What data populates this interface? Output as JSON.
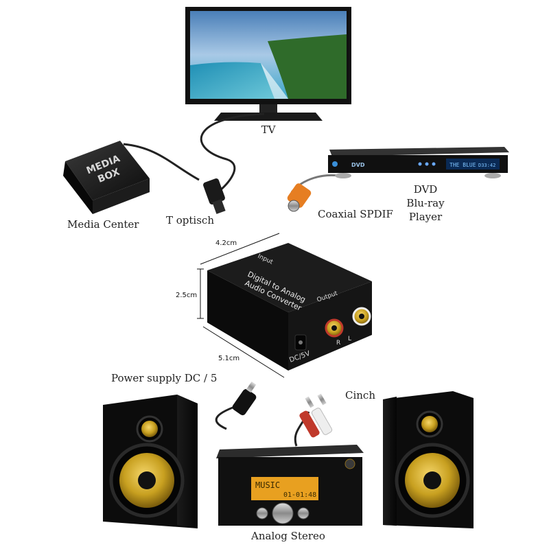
{
  "labels": {
    "tv": "TV",
    "media_center": "Media Center",
    "optical": "T      optisch",
    "coaxial": "Coaxial SPDIF",
    "dvd_line1": "DVD",
    "dvd_line2": "Blu-ray",
    "dvd_line3": "Player",
    "power_supply": "Power supply DC / 5",
    "cinch": "Cinch",
    "analog_stereo": "Analog Stereo"
  },
  "device_text": {
    "media_box_line1": "MEDIA",
    "media_box_line2": "BOX",
    "dvd_brand": "DVD",
    "dvd_display": "THE BLUE",
    "dvd_display_num": "D33:42",
    "converter_input": "Input",
    "converter_title_line1": "Digital  to Analog",
    "converter_title_line2": "Audio Converter",
    "converter_output": "Output",
    "converter_r": "R",
    "converter_l": "L",
    "converter_power": "DC/5V",
    "stereo_display_line1": "MUSIC",
    "stereo_display_line2": "01-01:48"
  },
  "dimensions": {
    "depth": "4.2cm",
    "height": "2.5cm",
    "width": "5.1cm"
  },
  "colors": {
    "device_black": "#141414",
    "speaker_gold": "#c8a020",
    "display_amber": "#e8a020",
    "rca_red": "#c0392b",
    "rca_white": "#eeeeee",
    "coax_orange": "#e67e22"
  }
}
